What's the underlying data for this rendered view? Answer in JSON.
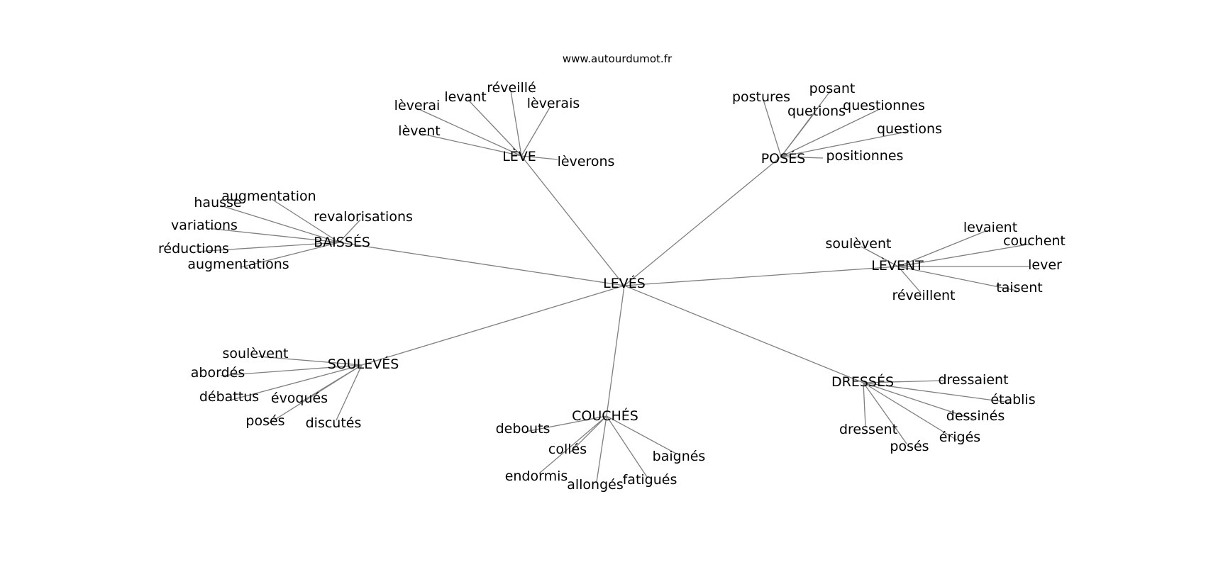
{
  "site": "www.autourdumot.fr",
  "center": "LEVÉS",
  "clusters": [
    {
      "hub": "LÈVE",
      "leaves": [
        "lèverai",
        "levant",
        "réveillé",
        "lèverais",
        "lèvent",
        "lèverons"
      ]
    },
    {
      "hub": "POSÉS",
      "leaves": [
        "postures",
        "posant",
        "quetions",
        "questionnes",
        "questions",
        "positionnes"
      ]
    },
    {
      "hub": "BAISSÉS",
      "leaves": [
        "augmentation",
        "hausse",
        "revalorisations",
        "variations",
        "réductions",
        "augmentations"
      ]
    },
    {
      "hub": "LÈVENT",
      "leaves": [
        "soulèvent",
        "levaient",
        "couchent",
        "lever",
        "taisent",
        "réveillent"
      ]
    },
    {
      "hub": "SOULEVÉS",
      "leaves": [
        "soulèvent",
        "abordés",
        "débattus",
        "évoqués",
        "posés",
        "discutés"
      ]
    },
    {
      "hub": "COUCHÉS",
      "leaves": [
        "debouts",
        "collés",
        "endormis",
        "allongés",
        "fatigués",
        "baignés"
      ]
    },
    {
      "hub": "DRESSÉS",
      "leaves": [
        "dressaient",
        "établis",
        "dessinés",
        "érigés",
        "posés",
        "dressent"
      ]
    }
  ]
}
